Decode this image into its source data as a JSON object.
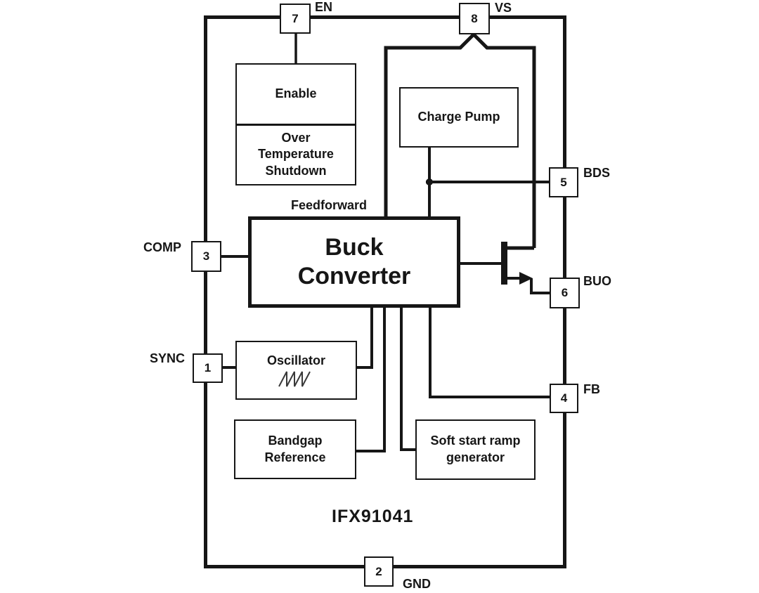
{
  "diagram": {
    "part_number": "IFX91041",
    "annotations": {
      "feedforward": "Feedforward"
    },
    "blocks": {
      "enable": "Enable",
      "over_temperature": "Over Temperature Shutdown",
      "charge_pump": "Charge Pump",
      "buck_converter": "Buck Converter",
      "oscillator": "Oscillator",
      "bandgap": "Bandgap Reference",
      "soft_start": "Soft start ramp generator"
    },
    "pins": {
      "en": {
        "num": "7",
        "label": "EN"
      },
      "vs": {
        "num": "8",
        "label": "VS"
      },
      "bds": {
        "num": "5",
        "label": "BDS"
      },
      "buo": {
        "num": "6",
        "label": "BUO"
      },
      "fb": {
        "num": "4",
        "label": "FB"
      },
      "comp": {
        "num": "3",
        "label": "COMP"
      },
      "sync": {
        "num": "1",
        "label": "SYNC"
      },
      "gnd": {
        "num": "2",
        "label": "GND"
      }
    },
    "icons": {
      "oscillator_waveform": "sawtooth-waveform-icon",
      "pass_transistor": "npn-transistor-symbol"
    },
    "colors": {
      "line": "#161616",
      "background": "#ffffff"
    }
  }
}
